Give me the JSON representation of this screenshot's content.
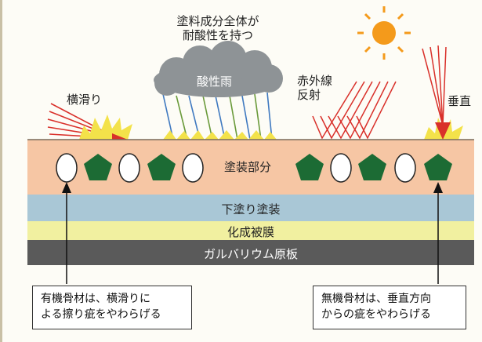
{
  "labels": {
    "top_caption_line1": "塗料成分全体が",
    "top_caption_line2": "耐酸性を持つ",
    "acid_rain": "酸性雨",
    "sliding": "横滑り",
    "infrared_line1": "赤外線",
    "infrared_line2": "反射",
    "vertical": "垂直"
  },
  "layers": {
    "paint": "塗装部分",
    "undercoat": "下塗り塗装",
    "conversion": "化成被膜",
    "base": "ガルバリウム原板"
  },
  "notes": {
    "left_line1": "有機骨材は、横滑りに",
    "left_line2": "よる擦り疵をやわらげる",
    "right_line1": "無機骨材は、垂直方向",
    "right_line2": "からの疵をやわらげる"
  },
  "colors": {
    "paint_layer": "#f6c6a4",
    "undercoat": "#a9c7d6",
    "conversion": "#f1f0a0",
    "base": "#5a5a5a",
    "pentagon": "#1c6b34",
    "cloud": "#8e9396",
    "red_rays": "#d9302a",
    "sun": "#f49a1b"
  },
  "icons": [
    "sun-icon",
    "cloud-icon",
    "organic-aggregate-icon",
    "inorganic-aggregate-icon",
    "arrow-icon"
  ]
}
